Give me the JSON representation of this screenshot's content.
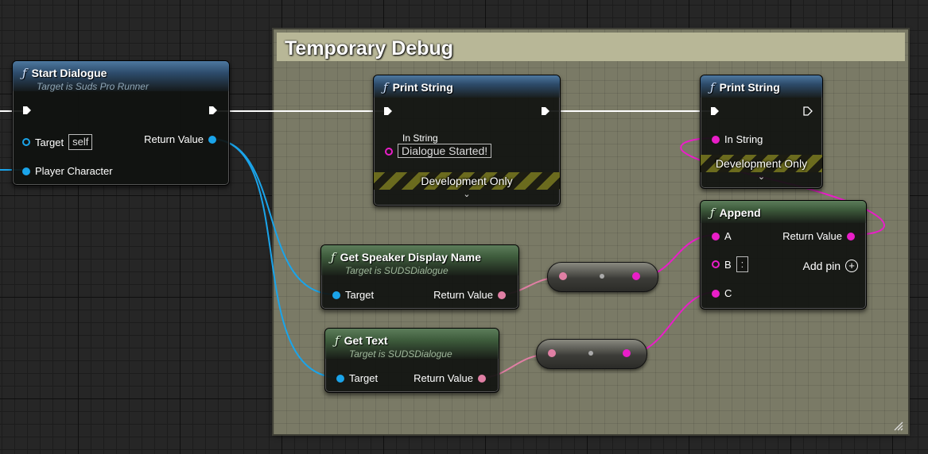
{
  "comment": {
    "title": "Temporary Debug",
    "color": "#7a7a66",
    "header_color": "#b8b797"
  },
  "nodes": {
    "start_dialogue": {
      "title": "Start Dialogue",
      "subtitle": "Target is Suds Pro Runner",
      "pins": {
        "target": "Target",
        "target_default": "self",
        "player_character": "Player Character",
        "return_value": "Return Value"
      }
    },
    "print_string_1": {
      "title": "Print String",
      "pins": {
        "in_string": "In String",
        "in_string_value": "Dialogue Started!"
      },
      "dev_label": "Development Only"
    },
    "print_string_2": {
      "title": "Print String",
      "pins": {
        "in_string": "In String"
      },
      "dev_label": "Development Only"
    },
    "append": {
      "title": "Append",
      "pins": {
        "a": "A",
        "b": "B",
        "b_value": ":",
        "c": "C",
        "return_value": "Return Value",
        "add_pin": "Add pin"
      }
    },
    "get_speaker_display_name": {
      "title": "Get Speaker Display Name",
      "subtitle": "Target is SUDSDialogue",
      "pins": {
        "target": "Target",
        "return_value": "Return Value"
      }
    },
    "get_text": {
      "title": "Get Text",
      "subtitle": "Target is SUDSDialogue",
      "pins": {
        "target": "Target",
        "return_value": "Return Value"
      }
    }
  },
  "colors": {
    "object_pin": "#1aa4ea",
    "string_pin": "#e91ec8",
    "text_pin": "#e07fa4",
    "exec_wire": "#ffffff"
  },
  "icons": {
    "function": "ƒ",
    "chevron_down": "⌄",
    "plus": "+"
  }
}
